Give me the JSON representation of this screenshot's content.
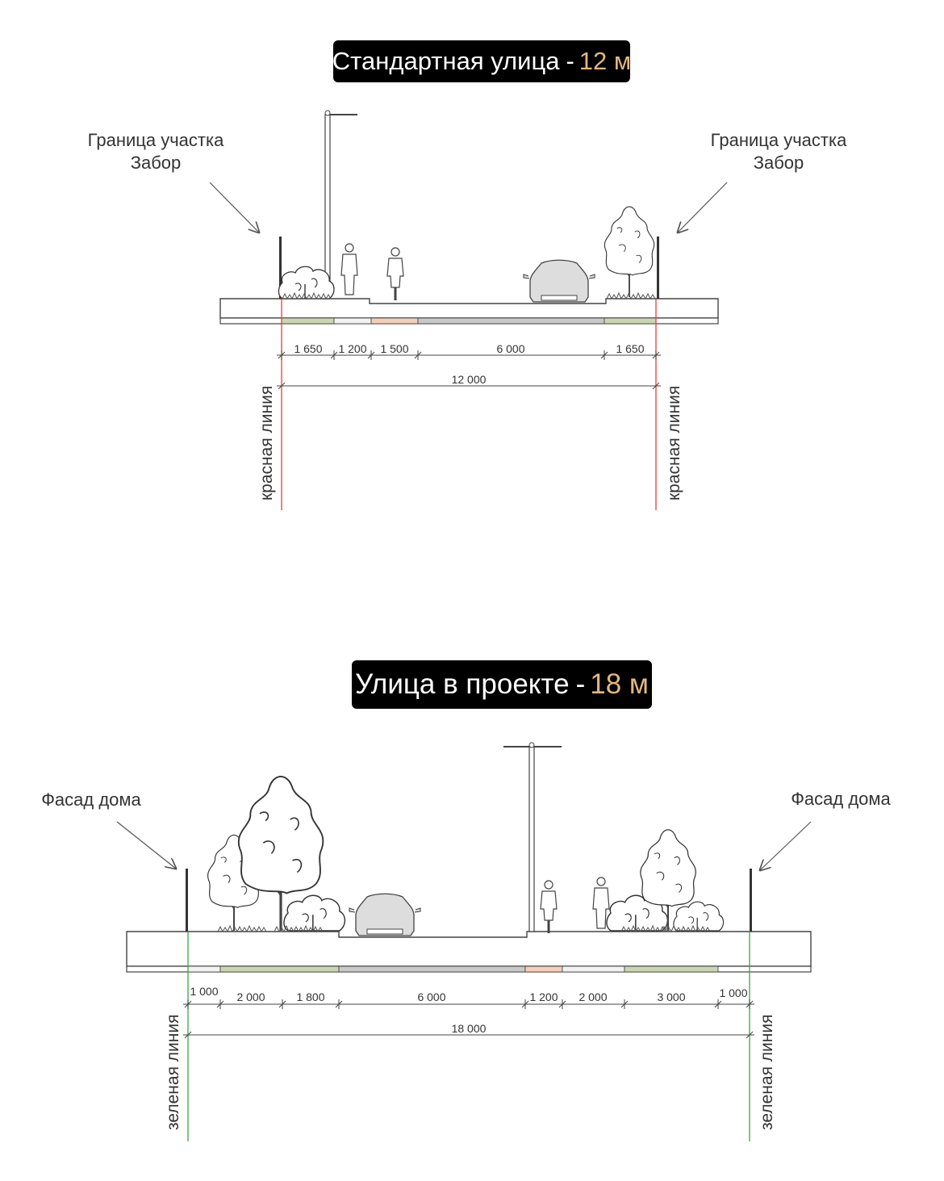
{
  "section_12": {
    "title": "Стандартная улица",
    "separator": "-",
    "width_label": "12 м",
    "left_note": [
      "Граница участка",
      "Забор"
    ],
    "right_note": [
      "Граница участка",
      "Забор"
    ],
    "segments": [
      "1 650",
      "1 200",
      "1 500",
      "6 000",
      "1 650"
    ],
    "total": "12 000",
    "boundary_label": "красная линия",
    "boundary_color": "#e0413a"
  },
  "section_18": {
    "title": "Улица в проекте",
    "separator": "-",
    "width_label": "18 м",
    "left_note": "Фасад дома",
    "right_note": "Фасад дома",
    "segments": [
      "1 000",
      "2 000",
      "1 800",
      "6 000",
      "1 200",
      "2 000",
      "3 000",
      "1 000"
    ],
    "total": "18 000",
    "boundary_label": "зеленая линия",
    "boundary_color": "#3aa84a"
  },
  "colors": {
    "badge_bg": "#000000",
    "accent": "#e3b77e",
    "green_strip": "#c9d6b0",
    "orange_strip": "#f3cfb6",
    "grey_strip": "#c8c8c8",
    "car_fill": "#dddddd"
  }
}
